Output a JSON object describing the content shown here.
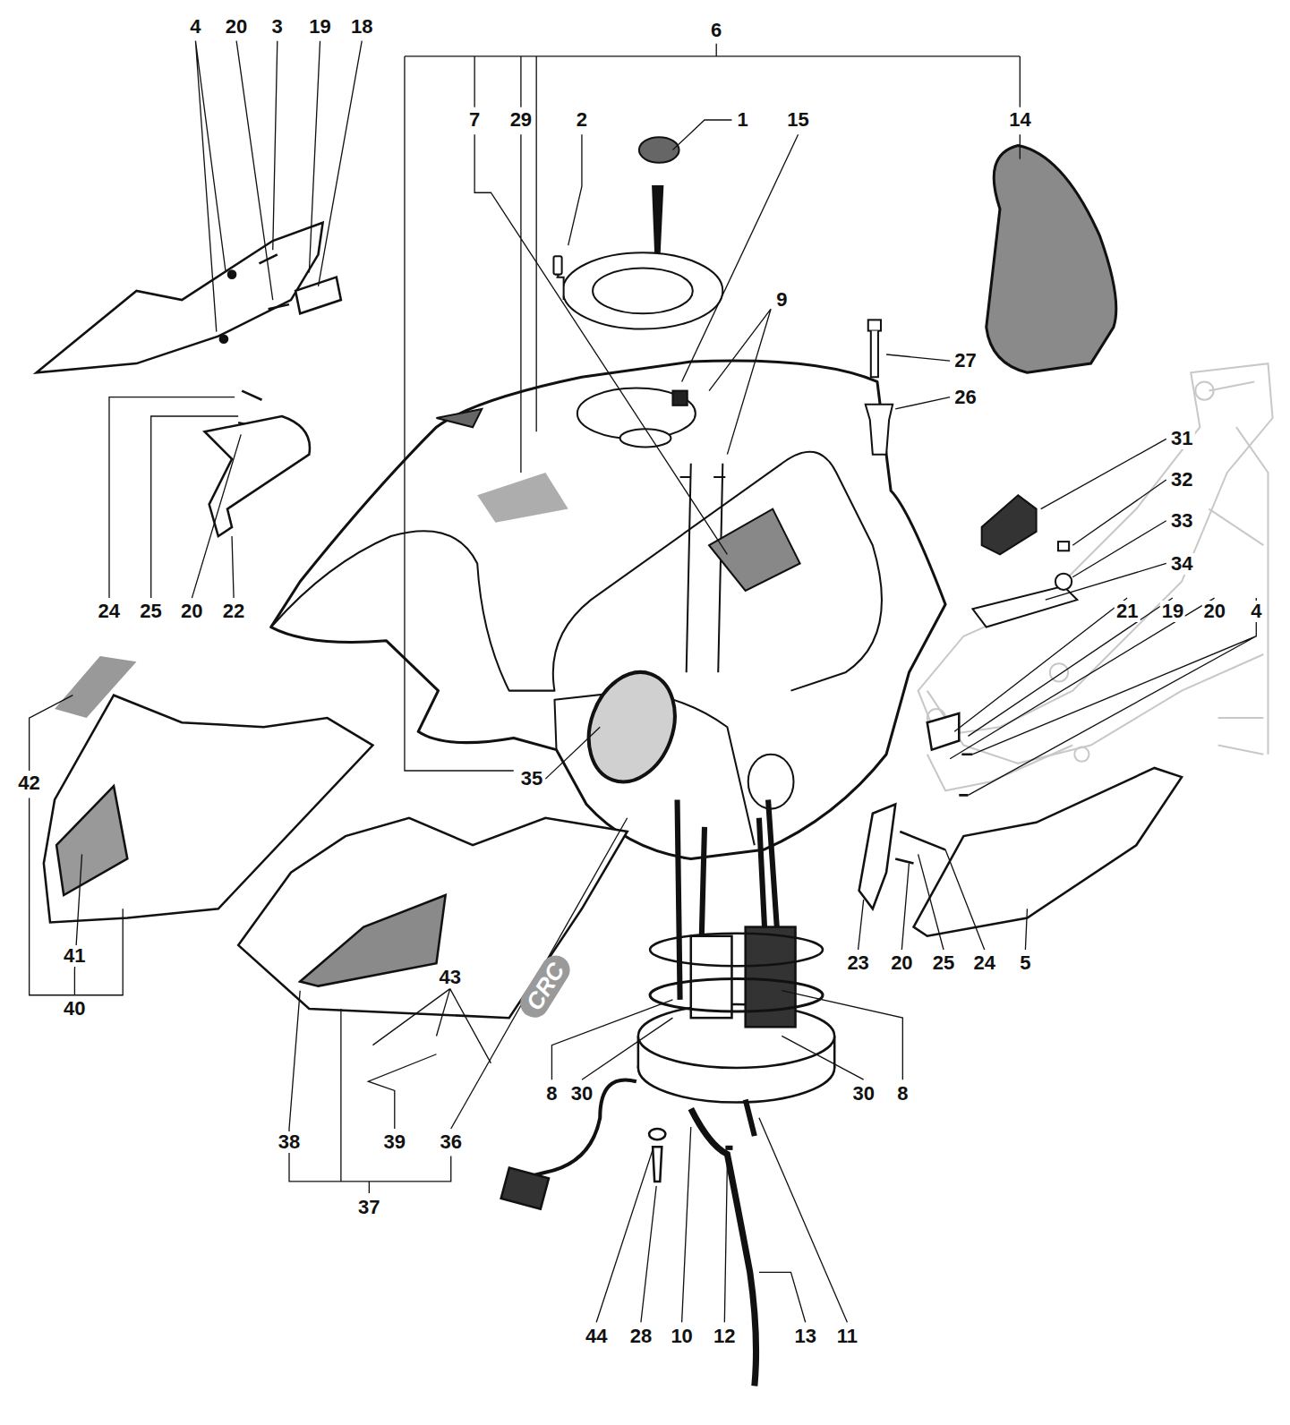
{
  "diagram": {
    "labels": [
      "4",
      "20",
      "3",
      "19",
      "18",
      "6",
      "7",
      "29",
      "2",
      "1",
      "15",
      "14",
      "9",
      "27",
      "26",
      "31",
      "32",
      "33",
      "34",
      "24",
      "25",
      "20",
      "22",
      "21",
      "19",
      "20",
      "4",
      "42",
      "35",
      "23",
      "20",
      "25",
      "24",
      "5",
      "41",
      "43",
      "40",
      "8",
      "30",
      "30",
      "8",
      "38",
      "39",
      "36",
      "37",
      "44",
      "28",
      "10",
      "12",
      "13",
      "11",
      "CRC"
    ]
  }
}
